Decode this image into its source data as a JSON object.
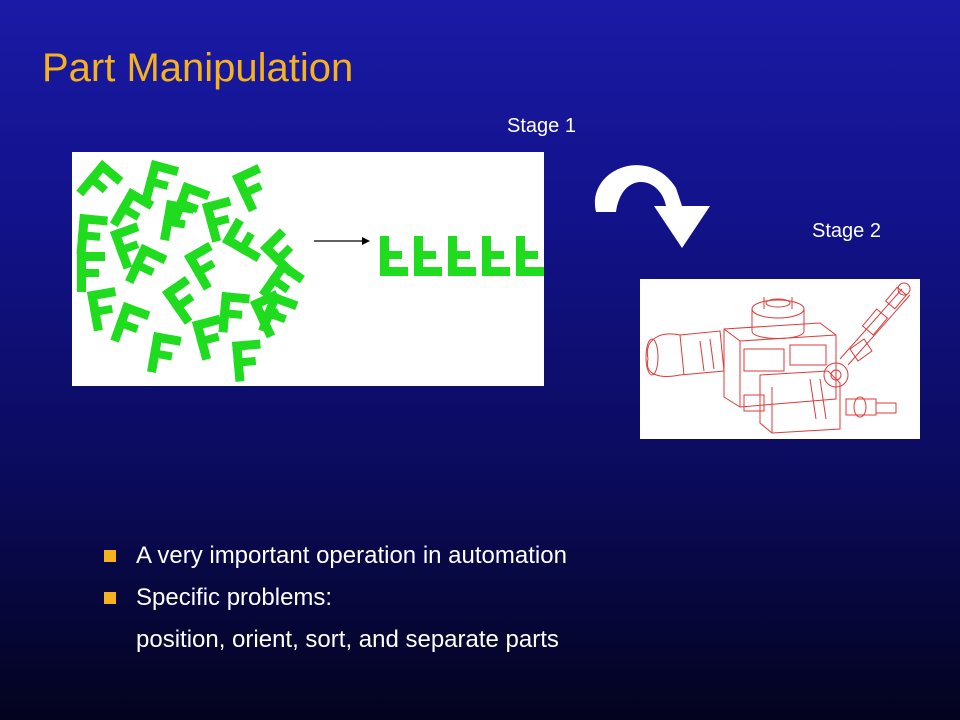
{
  "slide": {
    "title": "Part Manipulation",
    "stage1_label": "Stage 1",
    "stage2_label": "Stage 2",
    "bullets": [
      "A very important operation in automation",
      "Specific problems:"
    ],
    "continuation": "position, orient, sort, and separate parts"
  },
  "colors": {
    "title": "#f5b21c",
    "bullet": "#f5b21c",
    "parts": "#1fdc1f",
    "engine_lines": "#e03a3a",
    "arrow": "#ffffff"
  },
  "icons": {
    "curved_arrow": "clockwise-curved-arrow-icon",
    "feed_arrow": "right-arrow-icon"
  }
}
